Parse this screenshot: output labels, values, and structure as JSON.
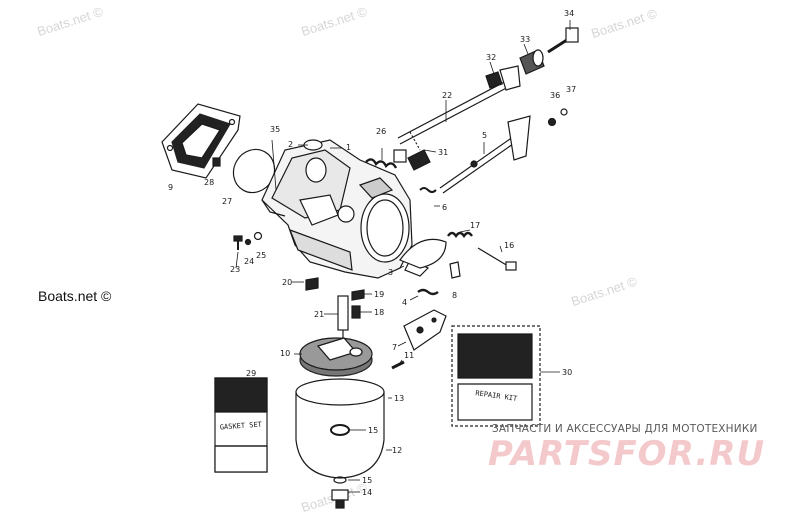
{
  "watermarks": {
    "main": "Boats.net ©",
    "faded": "Boats.net ©"
  },
  "callouts": [
    "1",
    "2",
    "3",
    "4",
    "5",
    "6",
    "7",
    "8",
    "9",
    "10",
    "11",
    "12",
    "13",
    "14",
    "15",
    "15",
    "16",
    "17",
    "18",
    "19",
    "20",
    "21",
    "22",
    "23",
    "24",
    "25",
    "26",
    "27",
    "28",
    "29",
    "30",
    "31",
    "32",
    "33",
    "34",
    "35",
    "36",
    "37"
  ],
  "kits": {
    "gasket_label": "GASKET SET",
    "repair_label": "REPAIR KIT"
  },
  "brand": {
    "caption": "ЗАПЧАСТИ И АКСЕССУАРЫ ДЛЯ МОТОТЕХНИКИ",
    "logo": "PARTSFOR.RU"
  },
  "colors": {
    "ink": "#1a1a1a",
    "watermark": "#d6d6d6",
    "brand_pink": "#f4c9cb"
  }
}
